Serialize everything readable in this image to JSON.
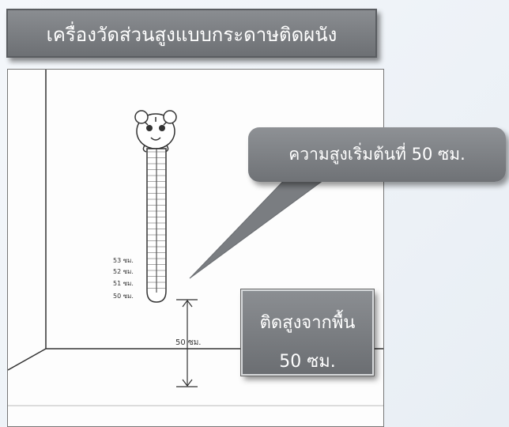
{
  "title": "เครื่องวัดส่วนสูงแบบกระดาษติดผนัง",
  "callout": {
    "text": "ความสูงเริ่มต้นที่ 50 ซม."
  },
  "note": {
    "line1": "ติดสูงจากพื้น",
    "line2": "50 ซม."
  },
  "ruler_labels": [
    "53 ซม.",
    "52 ซม.",
    "51 ซม.",
    "50 ซม."
  ],
  "floor_gap_label": "50 ซม.",
  "colors": {
    "box_gray": "#7c7f83",
    "text_white": "#ffffff",
    "sketch_line": "#333333"
  },
  "icons": {
    "mascot": "tiger-head-icon"
  }
}
